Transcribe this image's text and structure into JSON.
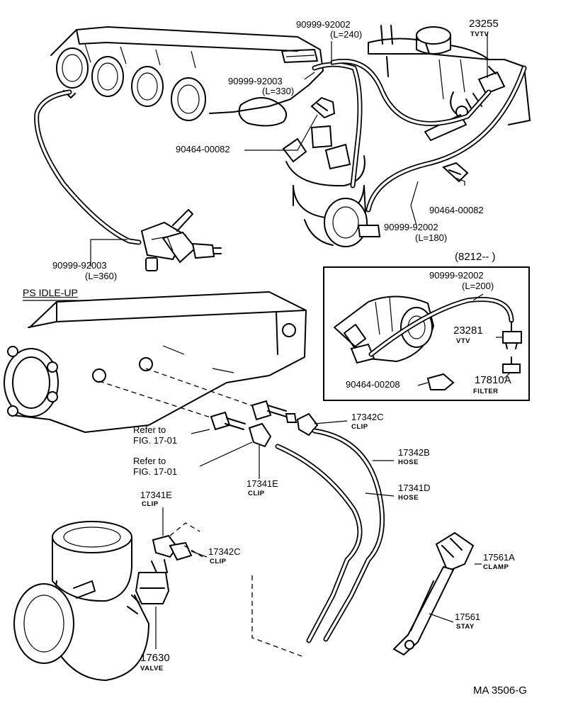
{
  "diagram": {
    "section_title": "PS IDLE-UP",
    "footer_code": "MA 3506-G",
    "inset_heading": "(8212--          )",
    "callouts": [
      {
        "id": "c1",
        "text": "90999-92002",
        "sub": "(L=240)"
      },
      {
        "id": "c2",
        "text": "23255",
        "sub": "TVTV"
      },
      {
        "id": "c3",
        "text": "90999-92003",
        "sub": "(L=330)"
      },
      {
        "id": "c4",
        "text": "90464-00082",
        "sub": ""
      },
      {
        "id": "c5",
        "text": "90464-00082",
        "sub": ""
      },
      {
        "id": "c6",
        "text": "90999-92002",
        "sub": "(L=180)"
      },
      {
        "id": "c7",
        "text": "90999-92003",
        "sub": "(L=360)"
      },
      {
        "id": "c8",
        "text": "90999-92002",
        "sub": "(L=200)"
      },
      {
        "id": "c9",
        "text": "23281",
        "sub": "VTV"
      },
      {
        "id": "c10",
        "text": "90464-00208",
        "sub": ""
      },
      {
        "id": "c11",
        "text": "17810A",
        "sub": "FILTER"
      },
      {
        "id": "c12",
        "text": "17342C",
        "sub": "CLIP"
      },
      {
        "id": "c13",
        "text": "Refer to",
        "sub": "FIG. 17-01"
      },
      {
        "id": "c14",
        "text": "Refer to",
        "sub": "FIG. 17-01"
      },
      {
        "id": "c15",
        "text": "17342B",
        "sub": "HOSE"
      },
      {
        "id": "c16",
        "text": "17341E",
        "sub": "CLIP"
      },
      {
        "id": "c17",
        "text": "17341D",
        "sub": "HOSE"
      },
      {
        "id": "c18",
        "text": "17341E",
        "sub": "CLIP"
      },
      {
        "id": "c19",
        "text": "17342C",
        "sub": "CLIP"
      },
      {
        "id": "c20",
        "text": "17561A",
        "sub": "CLAMP"
      },
      {
        "id": "c21",
        "text": "17561",
        "sub": "STAY"
      },
      {
        "id": "c22",
        "text": "17630",
        "sub": "VALVE"
      }
    ]
  }
}
